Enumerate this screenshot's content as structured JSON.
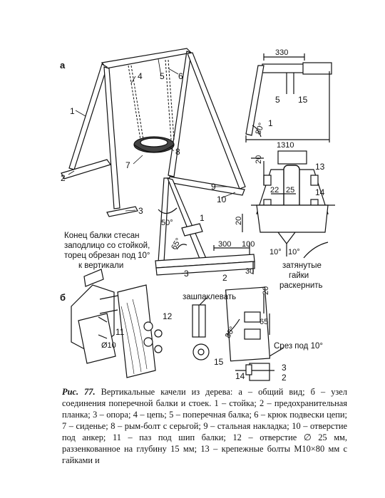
{
  "panels": {
    "a": "а",
    "b": "б"
  },
  "parts": {
    "p1": "1",
    "p2": "2",
    "p3": "3",
    "p4": "4",
    "p5": "5",
    "p6": "6",
    "p7": "7",
    "p8": "8",
    "p9": "9",
    "p10": "10",
    "p11": "11",
    "p12": "12",
    "p13": "13",
    "p14": "14",
    "p15": "15"
  },
  "dimensions": {
    "d330": "330",
    "d1310": "1310",
    "d80deg": "80°",
    "d20a": "20",
    "d22": "22",
    "d25": "25",
    "d20b": "20",
    "d10deg_a": "10°",
    "d10deg_b": "10°",
    "d50deg": "50°",
    "d65deg": "65°",
    "d300": "300",
    "d100": "100",
    "d30": "30",
    "d20c": "20",
    "d65": "65",
    "d80deg_b": "80°",
    "d10dia": "Ø10"
  },
  "notes": {
    "beam_end_1": "Конец балки стесан",
    "beam_end_2": "заподлицо со стойкой,",
    "beam_end_3": "торец обрезан под 10°",
    "beam_end_4": "к вертикали",
    "tightened_1": "затянутые",
    "tightened_2": "гайки",
    "tightened_3": "раскернить",
    "putty": "зашпаклевать",
    "cut": "Срез под 10°"
  },
  "caption": {
    "label": "Рис. 77.",
    "text": "Вертикальные качели из дерева: а – общий вид; б – узел соединения поперечной балки и стоек. 1 – стойка; 2 – предохранительная планка; 3 – опора; 4 – цепь; 5 – поперечная балка; 6 – крюк подвески цепи; 7 – сиденье; 8 – рым-болт с серьгой; 9 – стальная накладка; 10 – отверстие под анкер; 11 – паз под шип балки; 12 – отверстие ∅ 25 мм, раззенкованное на глубину 15 мм; 13 – крепежные болты М10×80 мм с гайками и"
  }
}
